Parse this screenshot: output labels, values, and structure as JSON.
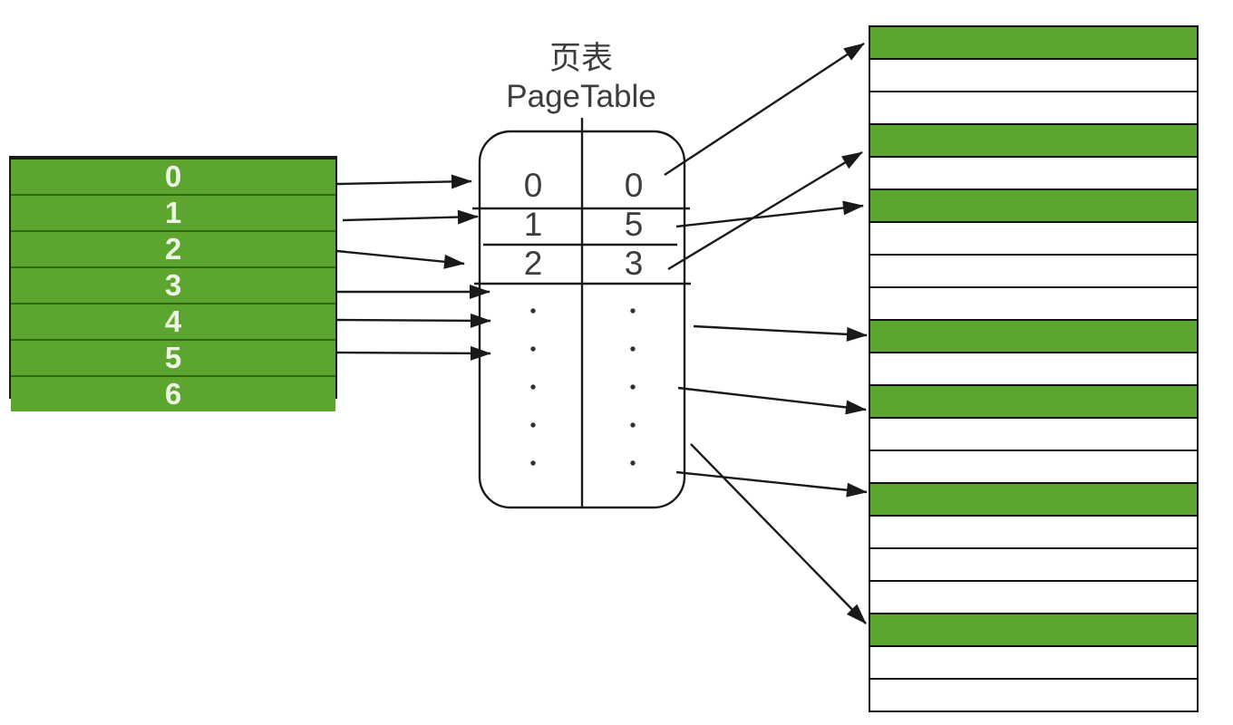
{
  "page_table": {
    "title_zh": "页表",
    "title_en": "PageTable",
    "entries": [
      {
        "page": "0",
        "frame": "0"
      },
      {
        "page": "1",
        "frame": "5"
      },
      {
        "page": "2",
        "frame": "3"
      }
    ],
    "ellipsis_dots_per_column": 5
  },
  "virtual_table": {
    "rows": [
      {
        "label": "0"
      },
      {
        "label": "1"
      },
      {
        "label": "2"
      },
      {
        "label": "3"
      },
      {
        "label": "4"
      },
      {
        "label": "5"
      },
      {
        "label": "6"
      }
    ]
  },
  "physical_table": {
    "row_count": 21,
    "allocated_rows": [
      0,
      3,
      5,
      9,
      11,
      14,
      18
    ]
  },
  "mappings": {
    "virtual_rows_with_arrows": [
      0,
      1,
      2,
      3,
      4,
      5
    ],
    "frame_arrows": [
      {
        "from": "entry-0",
        "to_frame": 0
      },
      {
        "from": "entry-1",
        "to_frame": 5
      },
      {
        "from": "entry-2",
        "to_frame": 3
      },
      {
        "from": "ellipsis",
        "to_frame": 9
      },
      {
        "from": "ellipsis",
        "to_frame": 11
      },
      {
        "from": "ellipsis",
        "to_frame": 14
      },
      {
        "from": "ellipsis",
        "to_frame": 18
      }
    ]
  },
  "colors": {
    "allocated_green": "#5ca52e",
    "line_black": "#1a1a1a",
    "text_dark": "#3d3d3d",
    "text_light": "#eef4e4",
    "virtual_row_divider": "#36651a",
    "background": "#ffffff"
  }
}
